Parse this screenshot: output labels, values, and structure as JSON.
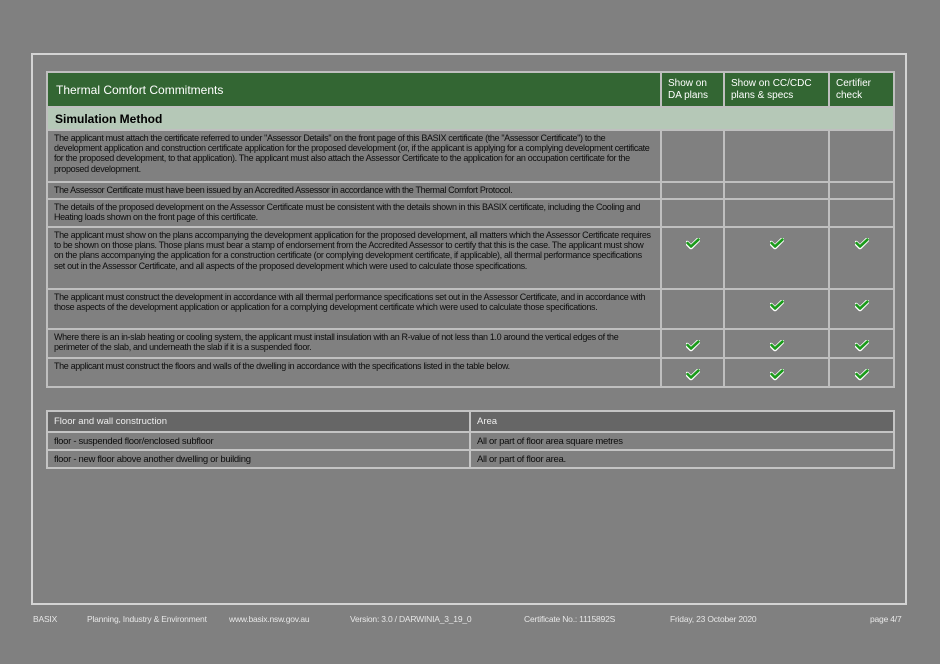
{
  "commitments": {
    "title": "Thermal Comfort Commitments",
    "columns": [
      "Show on DA plans",
      "Show on CC/CDC plans & specs",
      "Certifier check"
    ],
    "section": "Simulation Method",
    "rows": [
      {
        "text": "The applicant must attach the certificate referred to under \"Assessor Details\" on the front page of this BASIX certificate (the \"Assessor Certificate\") to the development application and construction certificate application for the proposed development (or, if the applicant is applying for a complying development certificate for the proposed development, to that application). The applicant must also attach the Assessor Certificate to the application for an occupation certificate for the proposed development.",
        "da": false,
        "cc": false,
        "cert": false
      },
      {
        "text": "The Assessor Certificate must have been issued by an Accredited Assessor in accordance with the Thermal Comfort Protocol.",
        "da": false,
        "cc": false,
        "cert": false
      },
      {
        "text": "The details of the proposed development on the Assessor Certificate must be consistent with the details shown in this BASIX certificate, including the Cooling and Heating loads shown on the front page of this certificate.",
        "da": false,
        "cc": false,
        "cert": false
      },
      {
        "text": "The applicant must show on the plans accompanying the development application for the proposed development, all matters which the Assessor Certificate requires to be shown on those plans. Those plans must bear a stamp of endorsement from the Accredited Assessor to certify that this is the case. The applicant must show on the plans accompanying the application for a construction certificate (or complying development certificate, if applicable), all thermal performance specifications set out in the Assessor Certificate, and all aspects of the proposed development which were used to calculate those specifications.",
        "da": true,
        "cc": true,
        "cert": true
      },
      {
        "text": "The applicant must construct the development in accordance with all thermal performance specifications set out in the Assessor Certificate, and in accordance with those aspects of the development application or application for a complying development certificate which were used to calculate those specifications.",
        "da": false,
        "cc": true,
        "cert": true
      },
      {
        "text": "Where there is an in-slab heating or cooling system, the applicant must install insulation with an R-value of not less than 1.0 around the vertical edges of the perimeter of the slab, and underneath the slab if it is a suspended floor.",
        "da": true,
        "cc": true,
        "cert": true
      },
      {
        "text": "The applicant must construct the floors and walls of the dwelling in accordance with the specifications listed in the table below.",
        "da": true,
        "cc": true,
        "cert": true
      }
    ],
    "check_icon": "green-check-icon",
    "check_color": "#1a9a1a"
  },
  "floor_table": {
    "headers": [
      "Floor and wall construction",
      "Area"
    ],
    "rows": [
      [
        "floor - suspended floor/enclosed subfloor",
        "All or part of floor area square metres"
      ],
      [
        "floor - new floor above another dwelling or building",
        "All or part of floor area."
      ]
    ]
  },
  "footer": {
    "code": "BASIX",
    "department": "Planning, Industry & Environment",
    "website": "www.basix.nsw.gov.au",
    "version": "Version: 3.0 / DARWINIA_3_19_0",
    "certificate": "Certificate No.: 1115892S",
    "date": "Friday, 23 October 2020",
    "page": "page 4/7"
  },
  "colors": {
    "background": "#808080",
    "header_green": "#336633",
    "section_green": "#b5c8b7",
    "floor_header": "#666666"
  }
}
